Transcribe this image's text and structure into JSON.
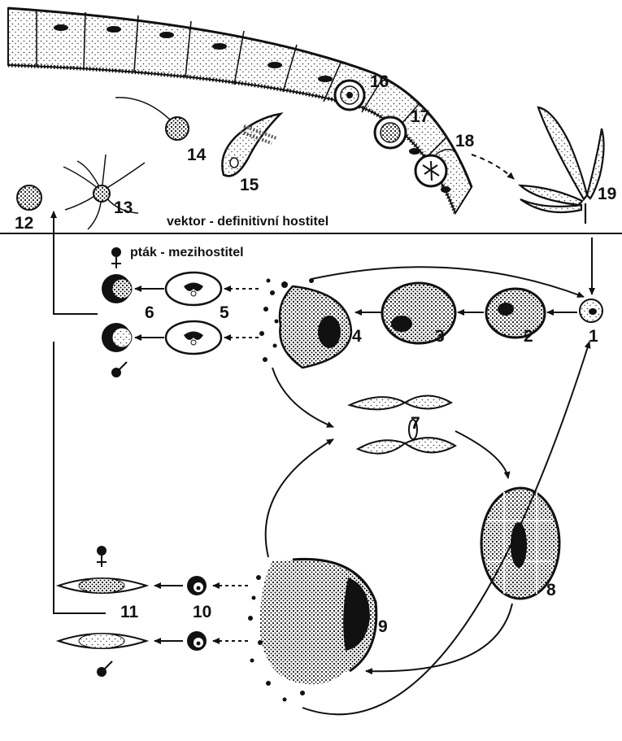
{
  "labels": {
    "vector_host": "vektor - definitivní hostitel",
    "bird_host": "pták - mezihostitel"
  },
  "stages": [
    "1",
    "2",
    "3",
    "4",
    "5",
    "6",
    "7",
    "8",
    "9",
    "10",
    "11",
    "12",
    "13",
    "14",
    "15",
    "16",
    "17",
    "18",
    "19"
  ],
  "colors": {
    "ink": "#111111",
    "paper": "#ffffff"
  }
}
